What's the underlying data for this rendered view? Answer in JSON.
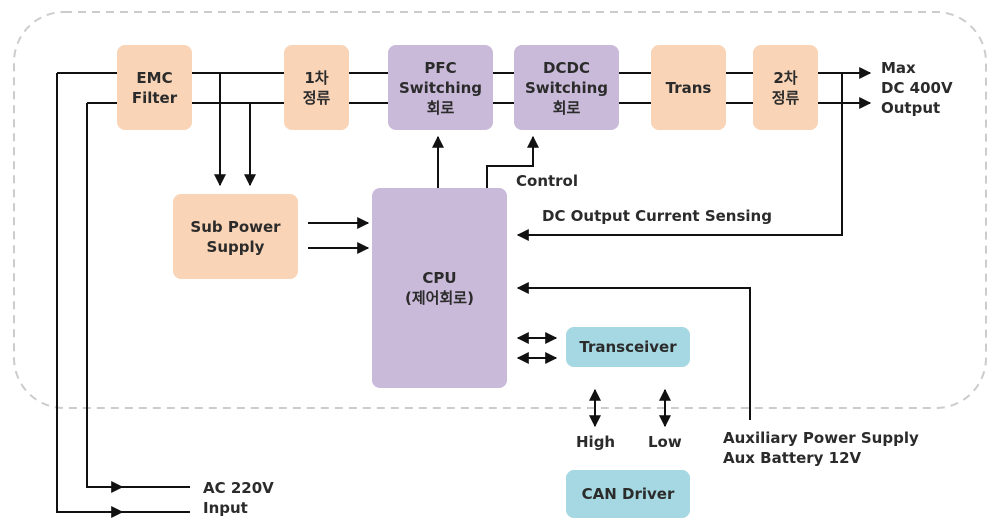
{
  "blocks": {
    "emc": "EMC\nFilter",
    "rect1": "1차\n정류",
    "pfc": "PFC\nSwitching\n회로",
    "dcdc": "DCDC\nSwitching\n회로",
    "trans": "Trans",
    "rect2": "2차\n정류",
    "sub_power": "Sub Power\nSupply",
    "cpu": "CPU\n(제어회로)",
    "transceiver": "Transceiver",
    "can_driver": "CAN Driver"
  },
  "labels": {
    "output": "Max\nDC 400V\nOutput",
    "control": "Control",
    "sensing": "DC Output Current Sensing",
    "high": "High",
    "low": "Low",
    "aux": "Auxiliary Power Supply\nAux Battery 12V",
    "ac_input": "AC 220V\nInput"
  },
  "colors": {
    "power_block": "#f9d4b6",
    "control_block": "#c9bad9",
    "comm_block": "#a5d8e2",
    "boundary": "#cccccc"
  }
}
